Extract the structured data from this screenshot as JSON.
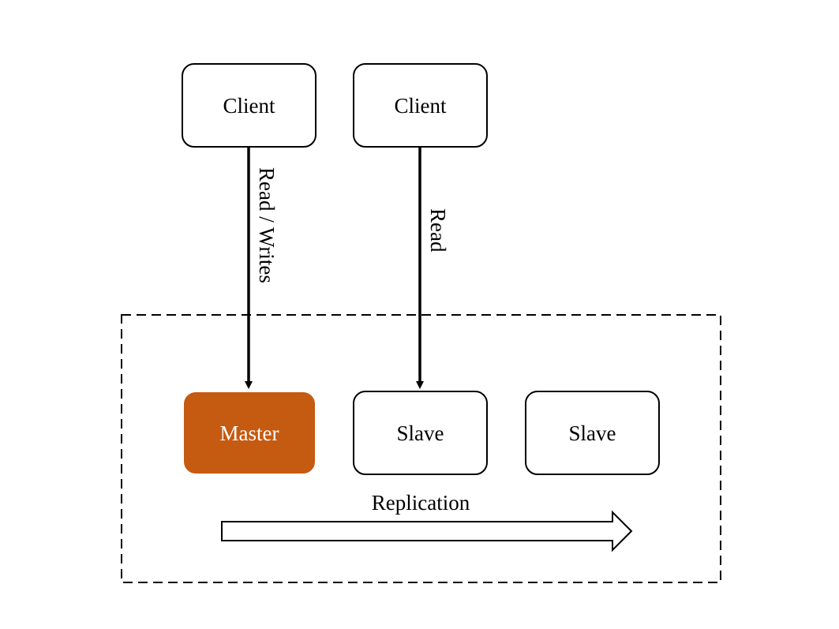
{
  "nodes": {
    "client_left": {
      "label": "Client"
    },
    "client_right": {
      "label": "Client"
    },
    "master": {
      "label": "Master"
    },
    "slave_1": {
      "label": "Slave"
    },
    "slave_2": {
      "label": "Slave"
    }
  },
  "edges": {
    "read_writes": {
      "label": "Read / Writes"
    },
    "read": {
      "label": "Read"
    }
  },
  "replication": {
    "label": "Replication"
  },
  "colors": {
    "master_fill": "#c55a11",
    "stroke": "#000000",
    "background": "#ffffff"
  }
}
